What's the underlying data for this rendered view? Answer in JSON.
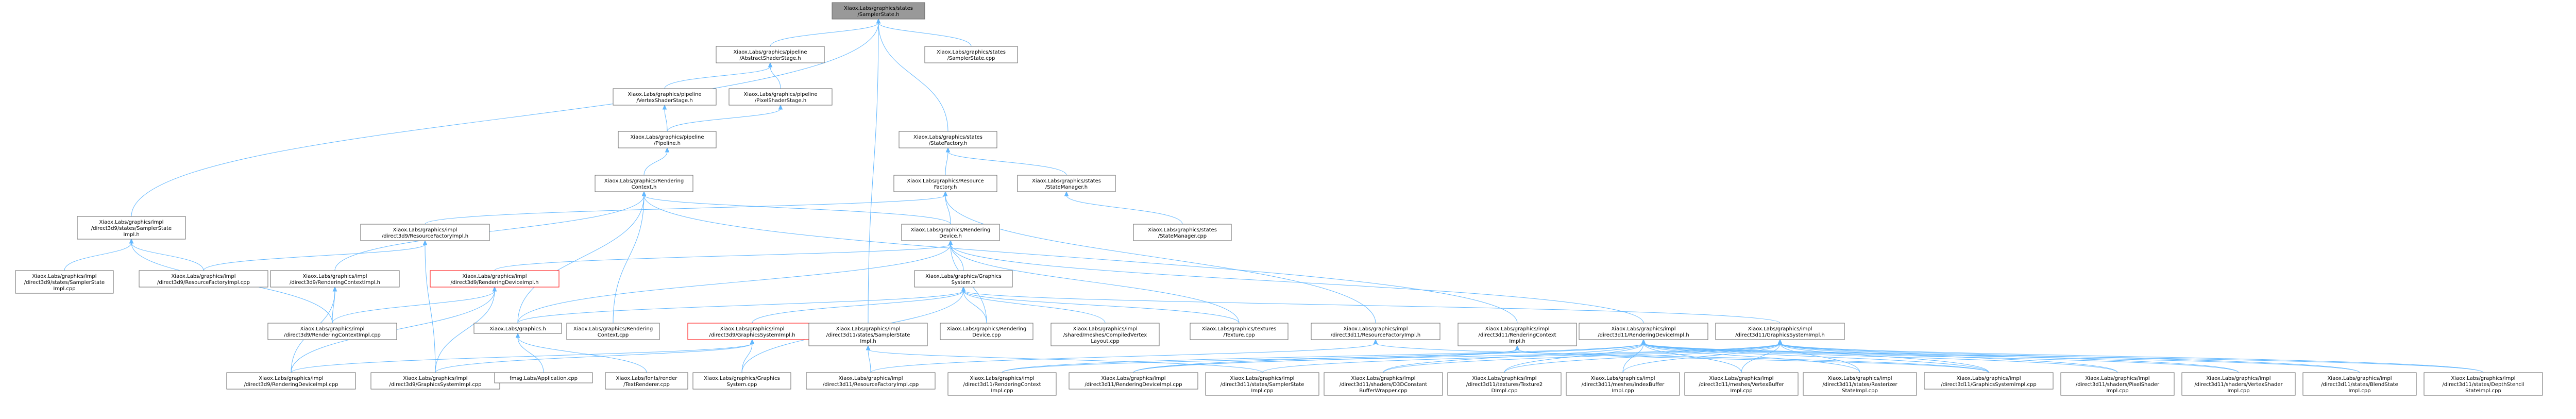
{
  "graph": {
    "colors": {
      "edge": "#63b8ff",
      "node_border": "#666666",
      "root_fill": "#999999",
      "highlight_border": "#ff0000"
    },
    "nodes": [
      {
        "id": "n0",
        "lines": [
          "Xiaox.Labs/graphics/states",
          "/SamplerState.h"
        ],
        "kind": "root"
      },
      {
        "id": "n1",
        "lines": [
          "Xiaox.Labs/graphics/pipeline",
          "/AbstractShaderStage.h"
        ]
      },
      {
        "id": "n2",
        "lines": [
          "Xiaox.Labs/graphics/states",
          "/SamplerState.cpp"
        ]
      },
      {
        "id": "n3",
        "lines": [
          "Xiaox.Labs/graphics/pipeline",
          "/VertexShaderStage.h"
        ]
      },
      {
        "id": "n4",
        "lines": [
          "Xiaox.Labs/graphics/pipeline",
          "/PixelShaderStage.h"
        ]
      },
      {
        "id": "n5",
        "lines": [
          "Xiaox.Labs/graphics/pipeline",
          "/Pipeline.h"
        ]
      },
      {
        "id": "n6",
        "lines": [
          "Xiaox.Labs/graphics/states",
          "/StateFactory.h"
        ]
      },
      {
        "id": "n7",
        "lines": [
          "Xiaox.Labs/graphics/Rendering",
          "Context.h"
        ]
      },
      {
        "id": "n8",
        "lines": [
          "Xiaox.Labs/graphics/Resource",
          "Factory.h"
        ]
      },
      {
        "id": "n9",
        "lines": [
          "Xiaox.Labs/graphics/states",
          "/StateManager.h"
        ]
      },
      {
        "id": "n10",
        "lines": [
          "Xiaox.Labs/graphics/impl",
          "/direct3d9/states/SamplerState",
          "Impl.h"
        ]
      },
      {
        "id": "n11",
        "lines": [
          "Xiaox.Labs/graphics/impl",
          "/direct3d9/ResourceFactoryImpl.h"
        ]
      },
      {
        "id": "n12",
        "lines": [
          "Xiaox.Labs/graphics/Rendering",
          "Device.h"
        ]
      },
      {
        "id": "n13",
        "lines": [
          "Xiaox.Labs/graphics/states",
          "/StateManager.cpp"
        ]
      },
      {
        "id": "n14",
        "lines": [
          "Xiaox.Labs/graphics/impl",
          "/direct3d9/states/SamplerState",
          "Impl.cpp"
        ]
      },
      {
        "id": "n15",
        "lines": [
          "Xiaox.Labs/graphics/impl",
          "/direct3d9/ResourceFactoryImpl.cpp"
        ]
      },
      {
        "id": "n16",
        "lines": [
          "Xiaox.Labs/graphics/impl",
          "/direct3d9/RenderingContextImpl.h"
        ]
      },
      {
        "id": "n17",
        "lines": [
          "Xiaox.Labs/graphics/impl",
          "/direct3d9/RenderingDeviceImpl.h"
        ],
        "kind": "red"
      },
      {
        "id": "n18",
        "lines": [
          "Xiaox.Labs/graphics/Graphics",
          "System.h"
        ]
      },
      {
        "id": "n19",
        "lines": [
          "Xiaox.Labs/graphics/impl",
          "/direct3d9/RenderingContextImpl.cpp"
        ]
      },
      {
        "id": "n20",
        "lines": [
          "Xiaox.Labs/graphics.h"
        ]
      },
      {
        "id": "n21",
        "lines": [
          "Xiaox.Labs/graphics/Rendering",
          "Context.cpp"
        ]
      },
      {
        "id": "n22",
        "lines": [
          "Xiaox.Labs/graphics/impl",
          "/direct3d9/GraphicsSystemImpl.h"
        ],
        "kind": "red"
      },
      {
        "id": "n23",
        "lines": [
          "Xiaox.Labs/graphics/impl",
          "/direct3d11/states/SamplerState",
          "Impl.h"
        ]
      },
      {
        "id": "n24",
        "lines": [
          "Xiaox.Labs/graphics/Rendering",
          "Device.cpp"
        ]
      },
      {
        "id": "n25",
        "lines": [
          "Xiaox.Labs/graphics/impl",
          "/shared/meshes/CompiledVertex",
          "Layout.cpp"
        ]
      },
      {
        "id": "n26",
        "lines": [
          "Xiaox.Labs/graphics/textures",
          "/Texture.cpp"
        ]
      },
      {
        "id": "n27",
        "lines": [
          "Xiaox.Labs/graphics/impl",
          "/direct3d11/ResourceFactoryImpl.h"
        ]
      },
      {
        "id": "n28",
        "lines": [
          "Xiaox.Labs/graphics/impl",
          "/direct3d11/RenderingContext",
          "Impl.h"
        ]
      },
      {
        "id": "n29",
        "lines": [
          "Xiaox.Labs/graphics/impl",
          "/direct3d11/RenderingDeviceImpl.h"
        ]
      },
      {
        "id": "n30",
        "lines": [
          "Xiaox.Labs/graphics/impl",
          "/direct3d11/GraphicsSystemImpl.h"
        ]
      },
      {
        "id": "n31",
        "lines": [
          "Xiaox.Labs/graphics/impl",
          "/direct3d9/RenderingDeviceImpl.cpp"
        ]
      },
      {
        "id": "n32",
        "lines": [
          "Xiaox.Labs/graphics/impl",
          "/direct3d9/GraphicsSystemImpl.cpp"
        ]
      },
      {
        "id": "n33",
        "lines": [
          "fmsg.Labs/Application.cpp"
        ]
      },
      {
        "id": "n34",
        "lines": [
          "Xiaox.Labs/fonts/render",
          "/TextRenderer.cpp"
        ]
      },
      {
        "id": "n35",
        "lines": [
          "Xiaox.Labs/graphics/Graphics",
          "System.cpp"
        ]
      },
      {
        "id": "n36",
        "lines": [
          "Xiaox.Labs/graphics/impl",
          "/direct3d11/ResourceFactoryImpl.cpp"
        ]
      },
      {
        "id": "n37",
        "lines": [
          "Xiaox.Labs/graphics/impl",
          "/direct3d11/RenderingContext",
          "Impl.cpp"
        ]
      },
      {
        "id": "n38",
        "lines": [
          "Xiaox.Labs/graphics/impl",
          "/direct3d11/RenderingDeviceImpl.cpp"
        ]
      },
      {
        "id": "n39",
        "lines": [
          "Xiaox.Labs/graphics/impl",
          "/direct3d11/states/SamplerState",
          "Impl.cpp"
        ]
      },
      {
        "id": "n40",
        "lines": [
          "Xiaox.Labs/graphics/impl",
          "/direct3d11/shaders/D3DConstant",
          "BufferWrapper.cpp"
        ]
      },
      {
        "id": "n41",
        "lines": [
          "Xiaox.Labs/graphics/impl",
          "/direct3d11/textures/Texture2",
          "DImpl.cpp"
        ]
      },
      {
        "id": "n42",
        "lines": [
          "Xiaox.Labs/graphics/impl",
          "/direct3d11/meshes/IndexBuffer",
          "Impl.cpp"
        ]
      },
      {
        "id": "n43",
        "lines": [
          "Xiaox.Labs/graphics/impl",
          "/direct3d11/meshes/VertexBuffer",
          "Impl.cpp"
        ]
      },
      {
        "id": "n44",
        "lines": [
          "Xiaox.Labs/graphics/impl",
          "/direct3d11/states/Rasterizer",
          "StateImpl.cpp"
        ]
      },
      {
        "id": "n45",
        "lines": [
          "Xiaox.Labs/graphics/impl",
          "/direct3d11/GraphicsSystemImpl.cpp"
        ]
      },
      {
        "id": "n46",
        "lines": [
          "Xiaox.Labs/graphics/impl",
          "/direct3d11/shaders/PixelShader",
          "Impl.cpp"
        ]
      },
      {
        "id": "n47",
        "lines": [
          "Xiaox.Labs/graphics/impl",
          "/direct3d11/shaders/VertexShader",
          "Impl.cpp"
        ]
      },
      {
        "id": "n48",
        "lines": [
          "Xiaox.Labs/graphics/impl",
          "/direct3d11/states/BlendState",
          "Impl.cpp"
        ]
      },
      {
        "id": "n49",
        "lines": [
          "Xiaox.Labs/graphics/impl",
          "/direct3d11/states/DepthStencil",
          "StateImpl.cpp"
        ]
      }
    ],
    "edges": [
      [
        "n0",
        "n1"
      ],
      [
        "n0",
        "n2"
      ],
      [
        "n0",
        "n6"
      ],
      [
        "n0",
        "n10"
      ],
      [
        "n0",
        "n23"
      ],
      [
        "n1",
        "n3"
      ],
      [
        "n1",
        "n4"
      ],
      [
        "n3",
        "n5"
      ],
      [
        "n4",
        "n5"
      ],
      [
        "n5",
        "n7"
      ],
      [
        "n6",
        "n8"
      ],
      [
        "n6",
        "n9"
      ],
      [
        "n9",
        "n13"
      ],
      [
        "n7",
        "n12"
      ],
      [
        "n7",
        "n16"
      ],
      [
        "n7",
        "n20"
      ],
      [
        "n7",
        "n21"
      ],
      [
        "n7",
        "n28"
      ],
      [
        "n8",
        "n11"
      ],
      [
        "n8",
        "n12"
      ],
      [
        "n8",
        "n27"
      ],
      [
        "n10",
        "n14"
      ],
      [
        "n10",
        "n15"
      ],
      [
        "n10",
        "n19"
      ],
      [
        "n11",
        "n15"
      ],
      [
        "n11",
        "n32"
      ],
      [
        "n12",
        "n17"
      ],
      [
        "n12",
        "n18"
      ],
      [
        "n12",
        "n20"
      ],
      [
        "n12",
        "n24"
      ],
      [
        "n12",
        "n26"
      ],
      [
        "n12",
        "n29"
      ],
      [
        "n16",
        "n19"
      ],
      [
        "n16",
        "n31"
      ],
      [
        "n17",
        "n19"
      ],
      [
        "n17",
        "n31"
      ],
      [
        "n17",
        "n32"
      ],
      [
        "n18",
        "n20"
      ],
      [
        "n18",
        "n22"
      ],
      [
        "n18",
        "n25"
      ],
      [
        "n18",
        "n26"
      ],
      [
        "n18",
        "n30"
      ],
      [
        "n18",
        "n35"
      ],
      [
        "n18",
        "n24"
      ],
      [
        "n20",
        "n33"
      ],
      [
        "n20",
        "n34"
      ],
      [
        "n22",
        "n31"
      ],
      [
        "n22",
        "n32"
      ],
      [
        "n22",
        "n35"
      ],
      [
        "n23",
        "n36"
      ],
      [
        "n23",
        "n39"
      ],
      [
        "n27",
        "n36"
      ],
      [
        "n27",
        "n45"
      ],
      [
        "n28",
        "n37"
      ],
      [
        "n28",
        "n38"
      ],
      [
        "n28",
        "n45"
      ],
      [
        "n29",
        "n37"
      ],
      [
        "n29",
        "n38"
      ],
      [
        "n29",
        "n40"
      ],
      [
        "n29",
        "n41"
      ],
      [
        "n29",
        "n42"
      ],
      [
        "n29",
        "n43"
      ],
      [
        "n29",
        "n44"
      ],
      [
        "n29",
        "n45"
      ],
      [
        "n29",
        "n46"
      ],
      [
        "n29",
        "n47"
      ],
      [
        "n29",
        "n48"
      ],
      [
        "n29",
        "n49"
      ],
      [
        "n30",
        "n38"
      ],
      [
        "n30",
        "n39"
      ],
      [
        "n30",
        "n40"
      ],
      [
        "n30",
        "n41"
      ],
      [
        "n30",
        "n42"
      ],
      [
        "n30",
        "n43"
      ],
      [
        "n30",
        "n44"
      ],
      [
        "n30",
        "n45"
      ],
      [
        "n30",
        "n46"
      ],
      [
        "n30",
        "n47"
      ],
      [
        "n30",
        "n48"
      ],
      [
        "n30",
        "n49"
      ]
    ]
  }
}
